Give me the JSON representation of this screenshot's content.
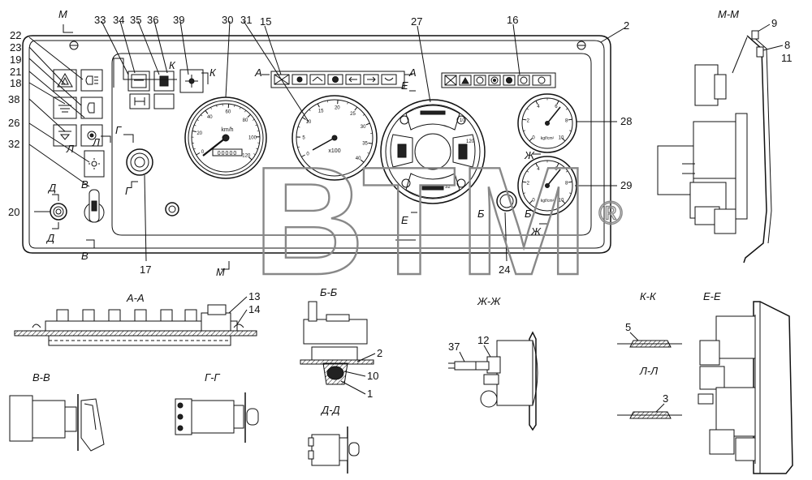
{
  "section_views": {
    "a_a": "А-А",
    "b_b": "Б-Б",
    "zh_zh": "Ж-Ж",
    "k_k": "К-К",
    "e_e": "Е-Е",
    "v_v": "В-В",
    "g_g": "Г-Г",
    "l_l": "Л-Л",
    "d_d": "Д-Д",
    "m_m": "М-М"
  },
  "cut_letters": {
    "m": "М",
    "k": "К",
    "a": "А",
    "e": "Е",
    "g": "Г",
    "l": "Л",
    "v": "В",
    "d": "Д",
    "b": "Б",
    "zh": "Ж"
  },
  "callouts": {
    "n1": "1",
    "n2": "2",
    "n3": "3",
    "n5": "5",
    "n8": "8",
    "n9": "9",
    "n10": "10",
    "n11": "11",
    "n12": "12",
    "n13": "13",
    "n14": "14",
    "n15": "15",
    "n16": "16",
    "n17": "17",
    "n18": "18",
    "n19": "19",
    "n20": "20",
    "n21": "21",
    "n22": "22",
    "n23": "23",
    "n24": "24",
    "n26": "26",
    "n27": "27",
    "n28": "28",
    "n29": "29",
    "n30": "30",
    "n31": "31",
    "n32": "32",
    "n33": "33",
    "n34": "34",
    "n35": "35",
    "n36": "36",
    "n37": "37",
    "n38": "38",
    "n39": "39"
  },
  "speedometer": {
    "ticks": [
      "0",
      "20",
      "40",
      "60",
      "80",
      "100",
      "120"
    ],
    "unit": "km/h",
    "odometer": "00000"
  },
  "tachometer": {
    "ticks": [
      "0",
      "5",
      "10",
      "15",
      "20",
      "25",
      "30",
      "35",
      "40"
    ],
    "multiplier": "x100"
  },
  "combo_gauge": {
    "ticks": [
      "10",
      "120",
      "32"
    ]
  },
  "pressure_gauge": {
    "unit": "kgf/cm²",
    "ticks": [
      "0",
      "2",
      "4",
      "6",
      "8",
      "10"
    ]
  },
  "watermark": {
    "text": "ВТМ",
    "mark": "®"
  },
  "colors": {
    "line": "#111111",
    "watermark": "#888888",
    "background": "#ffffff"
  }
}
